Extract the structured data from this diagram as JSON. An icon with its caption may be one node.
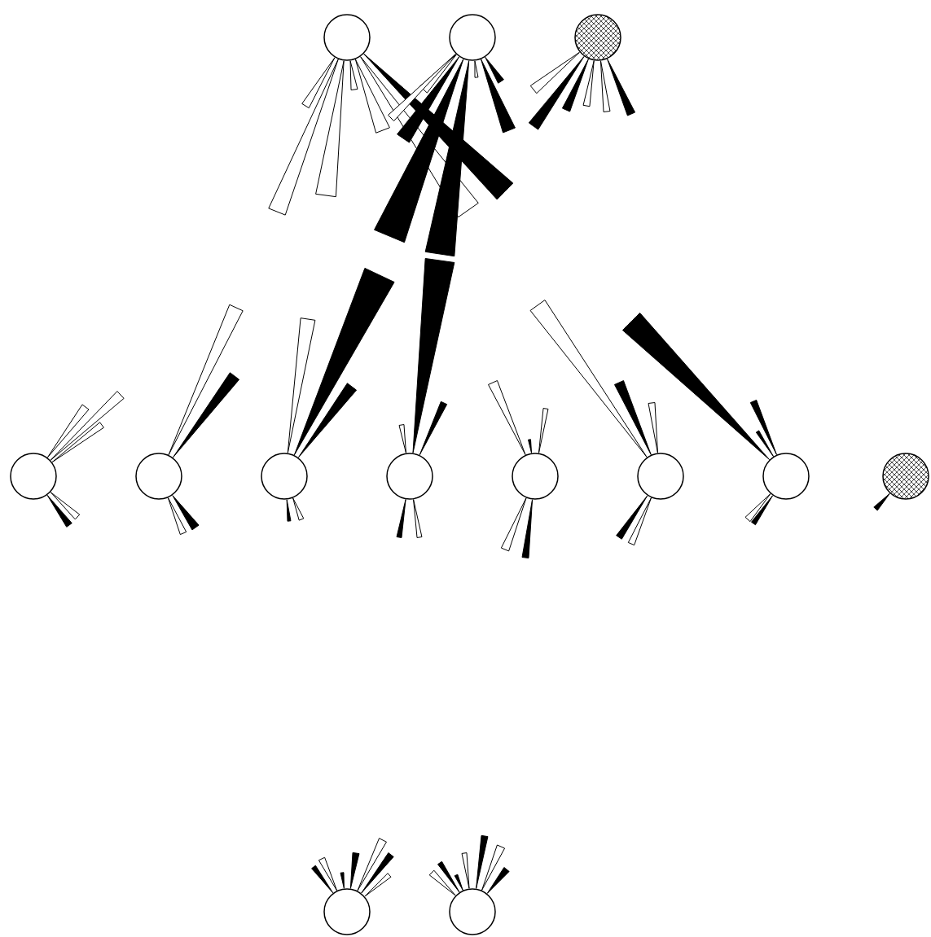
{
  "diagram": {
    "nodes": [
      {
        "text": [],
        "shape": "circle"
      },
      {
        "text": [],
        "shape": "circle"
      },
      {
        "text": [],
        "shape": "circle"
      },
      {
        "text": [],
        "shape": "circle"
      },
      {
        "text": [],
        "shape": "circle"
      },
      {
        "text": [],
        "shape": "circle"
      },
      {
        "text": [],
        "shape": "circle"
      },
      {
        "text": [],
        "shape": "circle"
      },
      {
        "text": [],
        "shape": "circle"
      },
      {
        "text": [],
        "shape": "circle"
      },
      {
        "text": [],
        "shape": "circle"
      },
      {
        "text": [],
        "shape": "circle"
      },
      {
        "text": [],
        "shape": "circle"
      }
    ],
    "edges": [
      {
        "from": 1,
        "to": 5,
        "arrow": "none"
      },
      {
        "from": 1,
        "to": 6,
        "arrow": "none"
      }
    ]
  }
}
